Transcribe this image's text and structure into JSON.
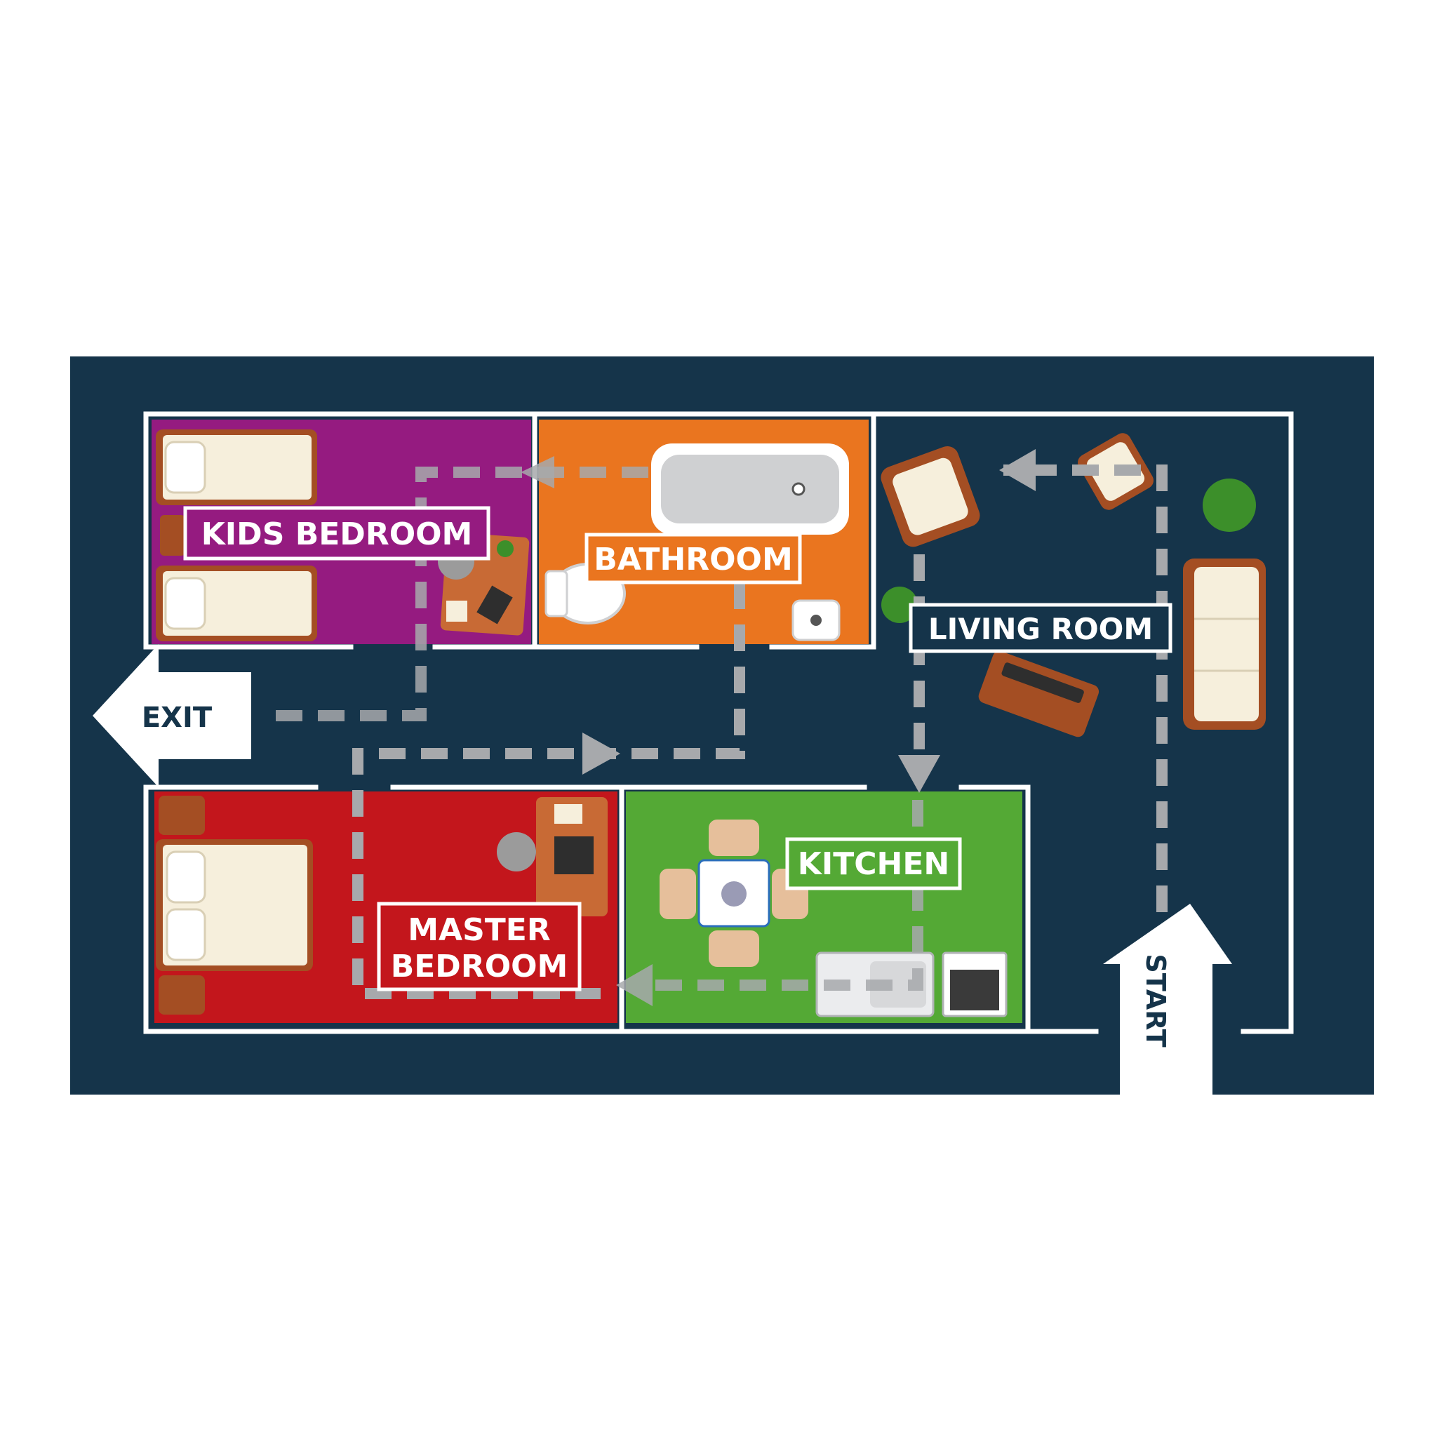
{
  "colors": {
    "background": "#15344a",
    "wall": "#ffffff",
    "kids_bedroom": "#951b80",
    "bathroom": "#ea751f",
    "master_bedroom": "#c3161c",
    "kitchen": "#54a935",
    "path": "#a7a9ac",
    "label_text": "#ffffff",
    "living_label_bg": "#15344a"
  },
  "rooms": {
    "kids_bedroom": {
      "label": "KIDS BEDROOM"
    },
    "bathroom": {
      "label": "BATHROOM"
    },
    "living_room": {
      "label": "LIVING ROOM"
    },
    "master_bedroom": {
      "label_line1": "MASTER",
      "label_line2": "BEDROOM"
    },
    "kitchen": {
      "label": "KITCHEN"
    }
  },
  "signs": {
    "exit": "EXIT",
    "start": "START"
  }
}
